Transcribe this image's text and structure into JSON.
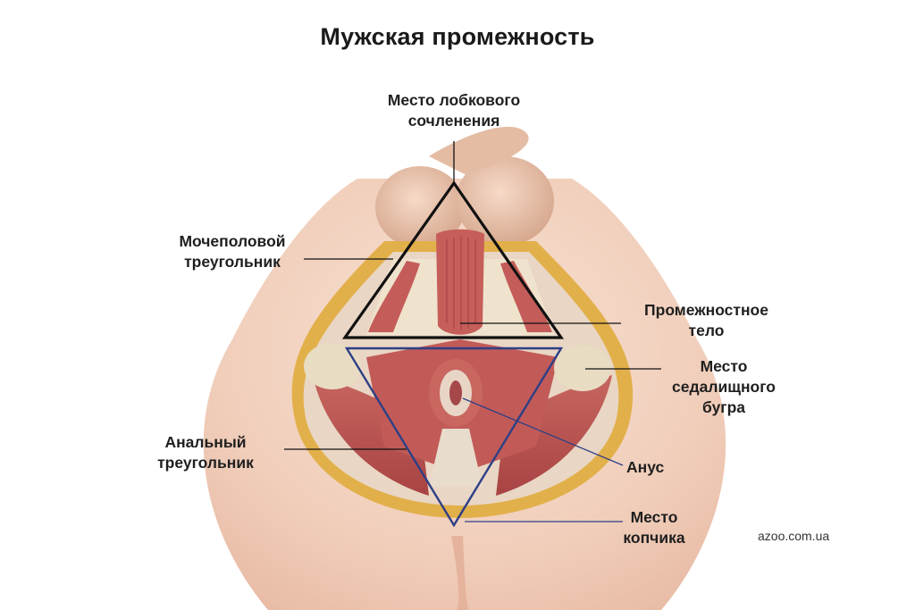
{
  "title": "Мужская промежность",
  "labels": {
    "pubic": [
      "Место лобкового",
      "сочленения"
    ],
    "urogenital": [
      "Мочеполовой",
      "треугольник"
    ],
    "perineal_body": [
      "Промежностное",
      "тело"
    ],
    "ischial": [
      "Место",
      "седалищного",
      "бугра"
    ],
    "anal_triangle": [
      "Анальный",
      "треугольник"
    ],
    "anus": [
      "Анус"
    ],
    "coccyx": [
      "Место",
      "копчика"
    ]
  },
  "credit": "azoo.com.ua",
  "colors": {
    "urogenital_triangle": "#111111",
    "anal_triangle": "#2e3f86",
    "skin": "#f2d3c2",
    "muscle": "#b8504f",
    "fat": "#e2b04a"
  }
}
